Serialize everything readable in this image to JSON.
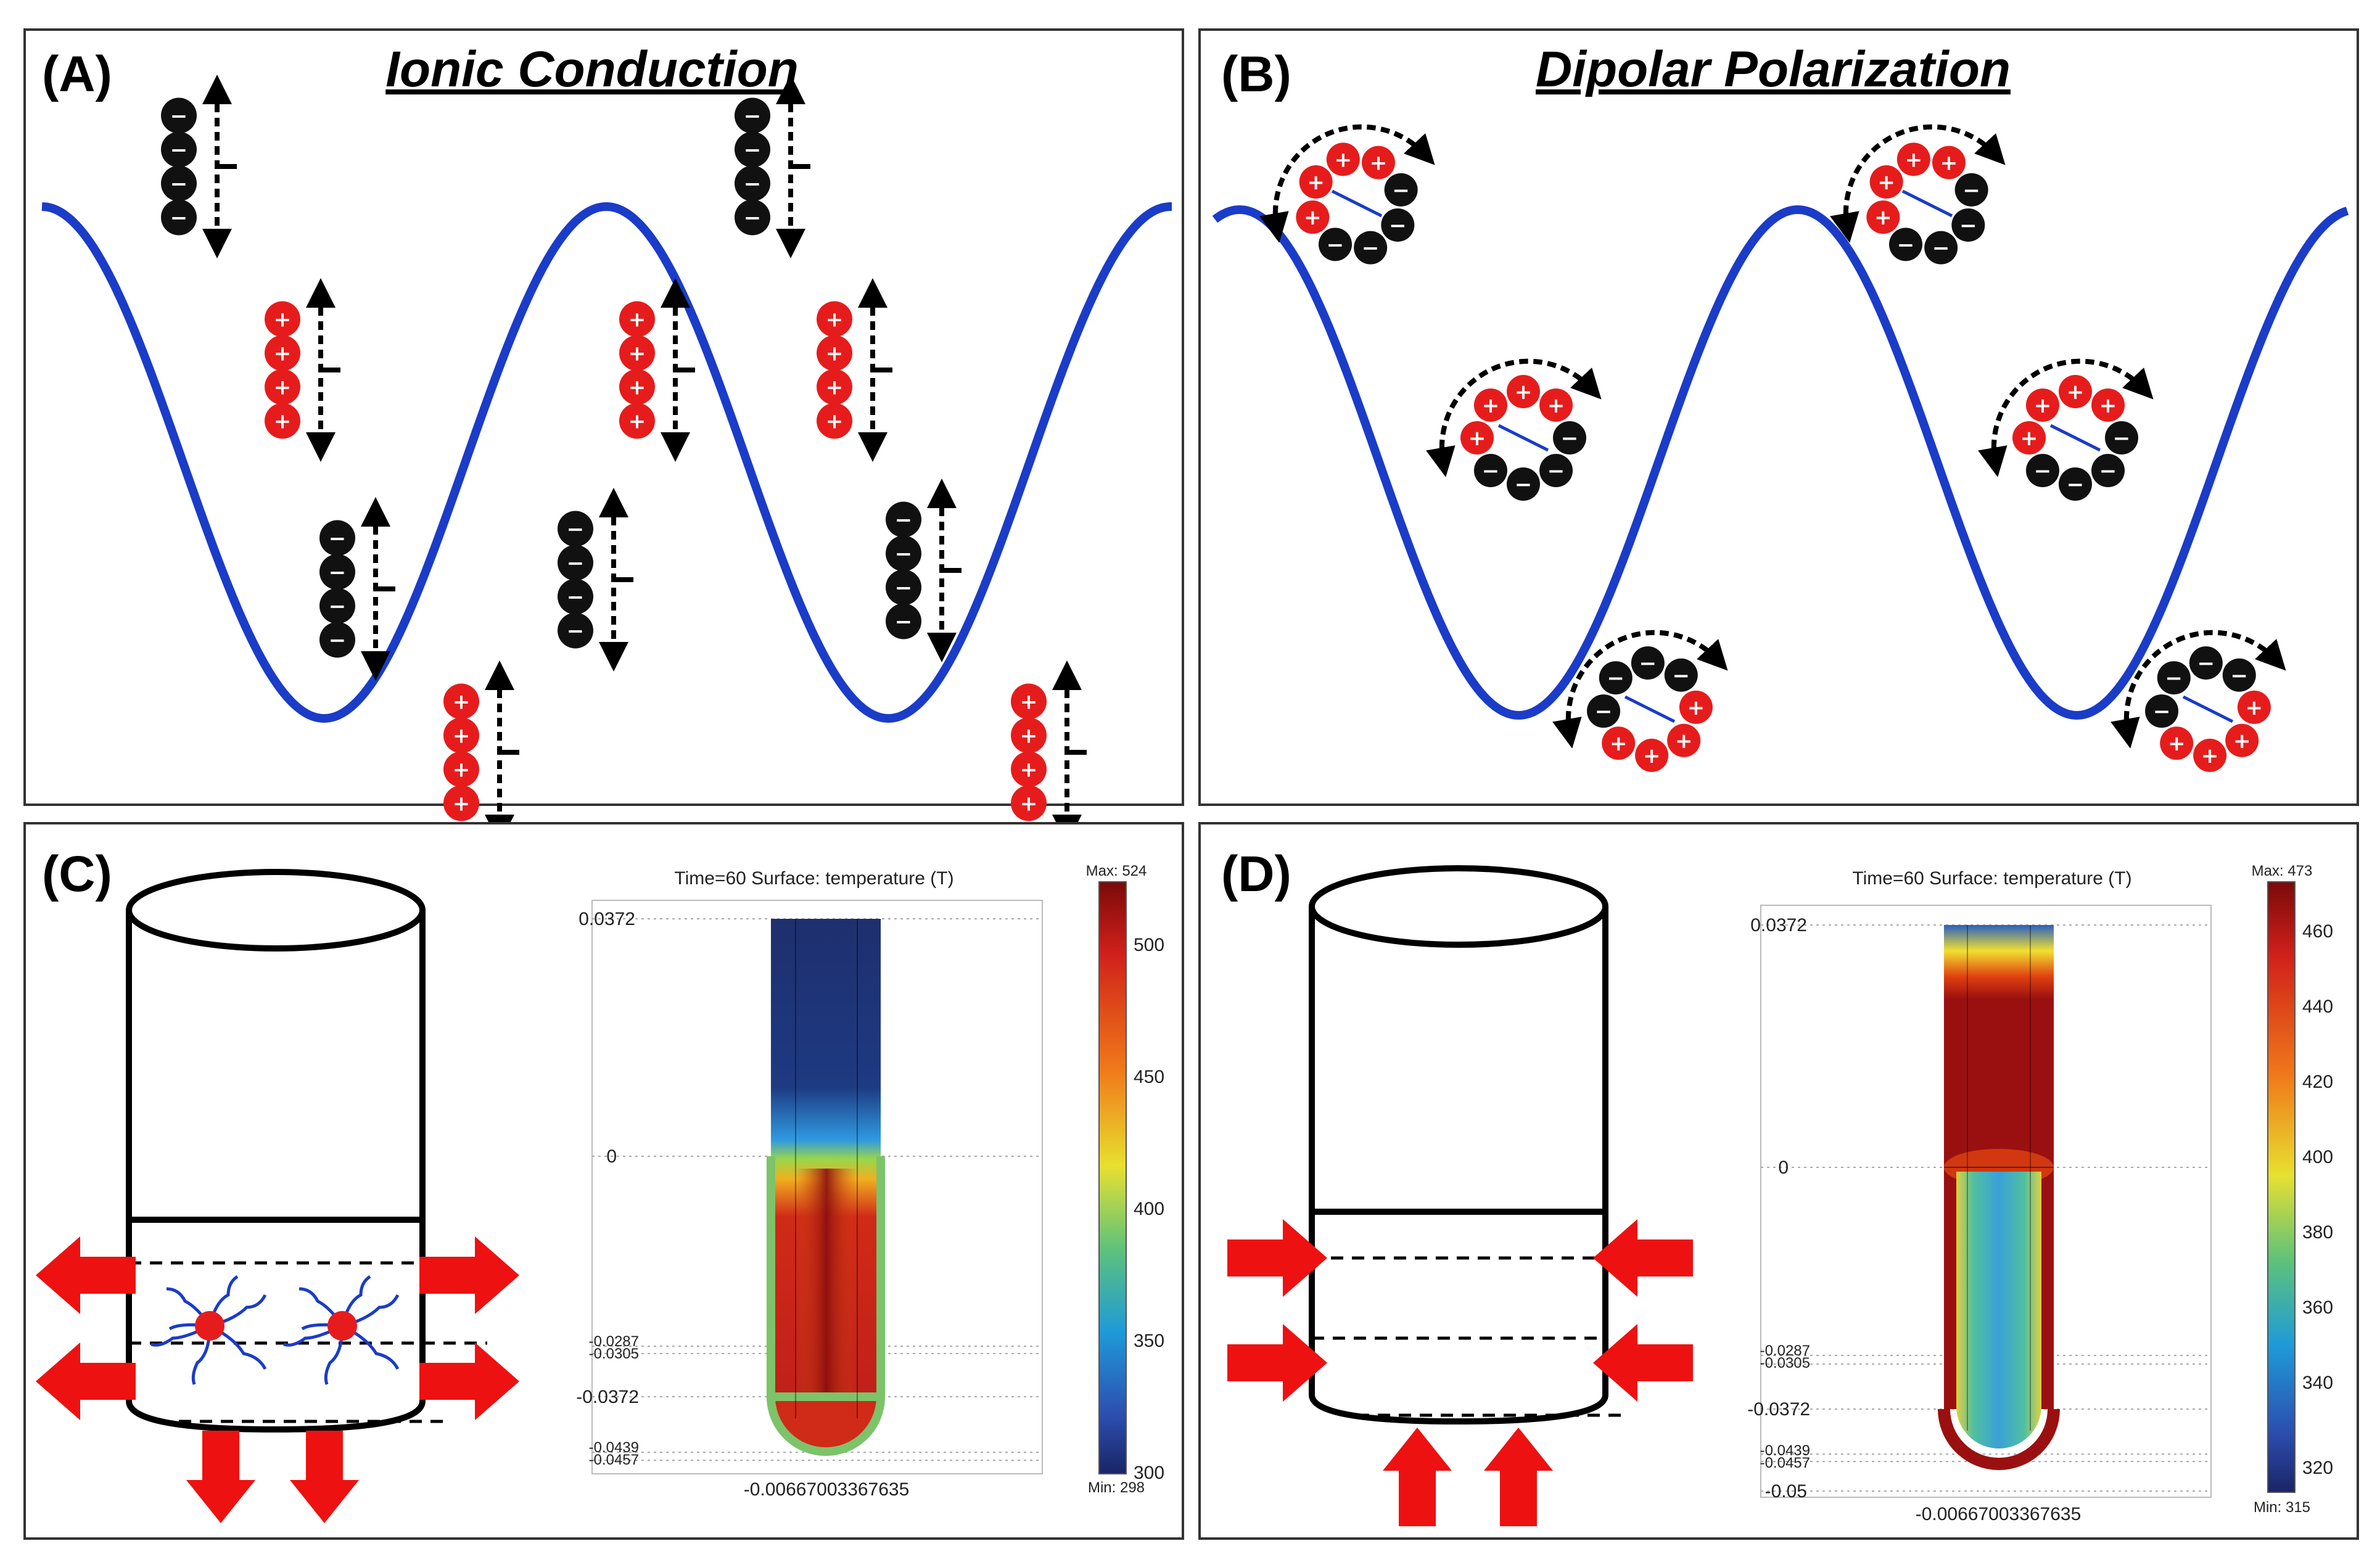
{
  "panels": {
    "A": {
      "label": "(A)",
      "title": "Ionic Conduction"
    },
    "B": {
      "label": "(B)",
      "title": "Dipolar Polarization"
    },
    "C": {
      "label": "(C)",
      "sim": {
        "header": "Time=60   Surface: temperature (T)",
        "max": "Max: 524",
        "min": "Min: 298",
        "colorbar_ticks": [
          "500",
          "450",
          "400",
          "350",
          "300"
        ],
        "y_ticks": [
          "0.0372",
          "0",
          "-0.0287",
          "-0.0305",
          "-0.0372",
          "-0.0439",
          "-0.0457"
        ],
        "x_ticks": "-0.00667003367635",
        "colors": {
          "top": "#1e2f6e",
          "bottom": "#c0201a",
          "hot": "#8a0e0e",
          "edge": "#7cc36a"
        }
      }
    },
    "D": {
      "label": "(D)",
      "sim": {
        "header": "Time=60   Surface: temperature (T)",
        "max": "Max: 473",
        "min": "Min: 315",
        "colorbar_ticks": [
          "460",
          "440",
          "420",
          "400",
          "380",
          "360",
          "340",
          "320"
        ],
        "y_ticks": [
          "0.0372",
          "0",
          "-0.0287",
          "-0.0305",
          "-0.0372",
          "-0.0439",
          "-0.0457",
          "-0.05"
        ],
        "x_ticks": "-0.00667003367635",
        "colors": {
          "outer": "#8a1010",
          "inner": "#3aa0d8",
          "cap": "#f2e030"
        }
      }
    }
  },
  "colors": {
    "wave": "#1a3cc8",
    "positive_ion": "#e61c1c",
    "negative_ion": "#111111",
    "arrow": "#ee1111"
  },
  "signs": {
    "positive": "+",
    "negative": "−"
  }
}
